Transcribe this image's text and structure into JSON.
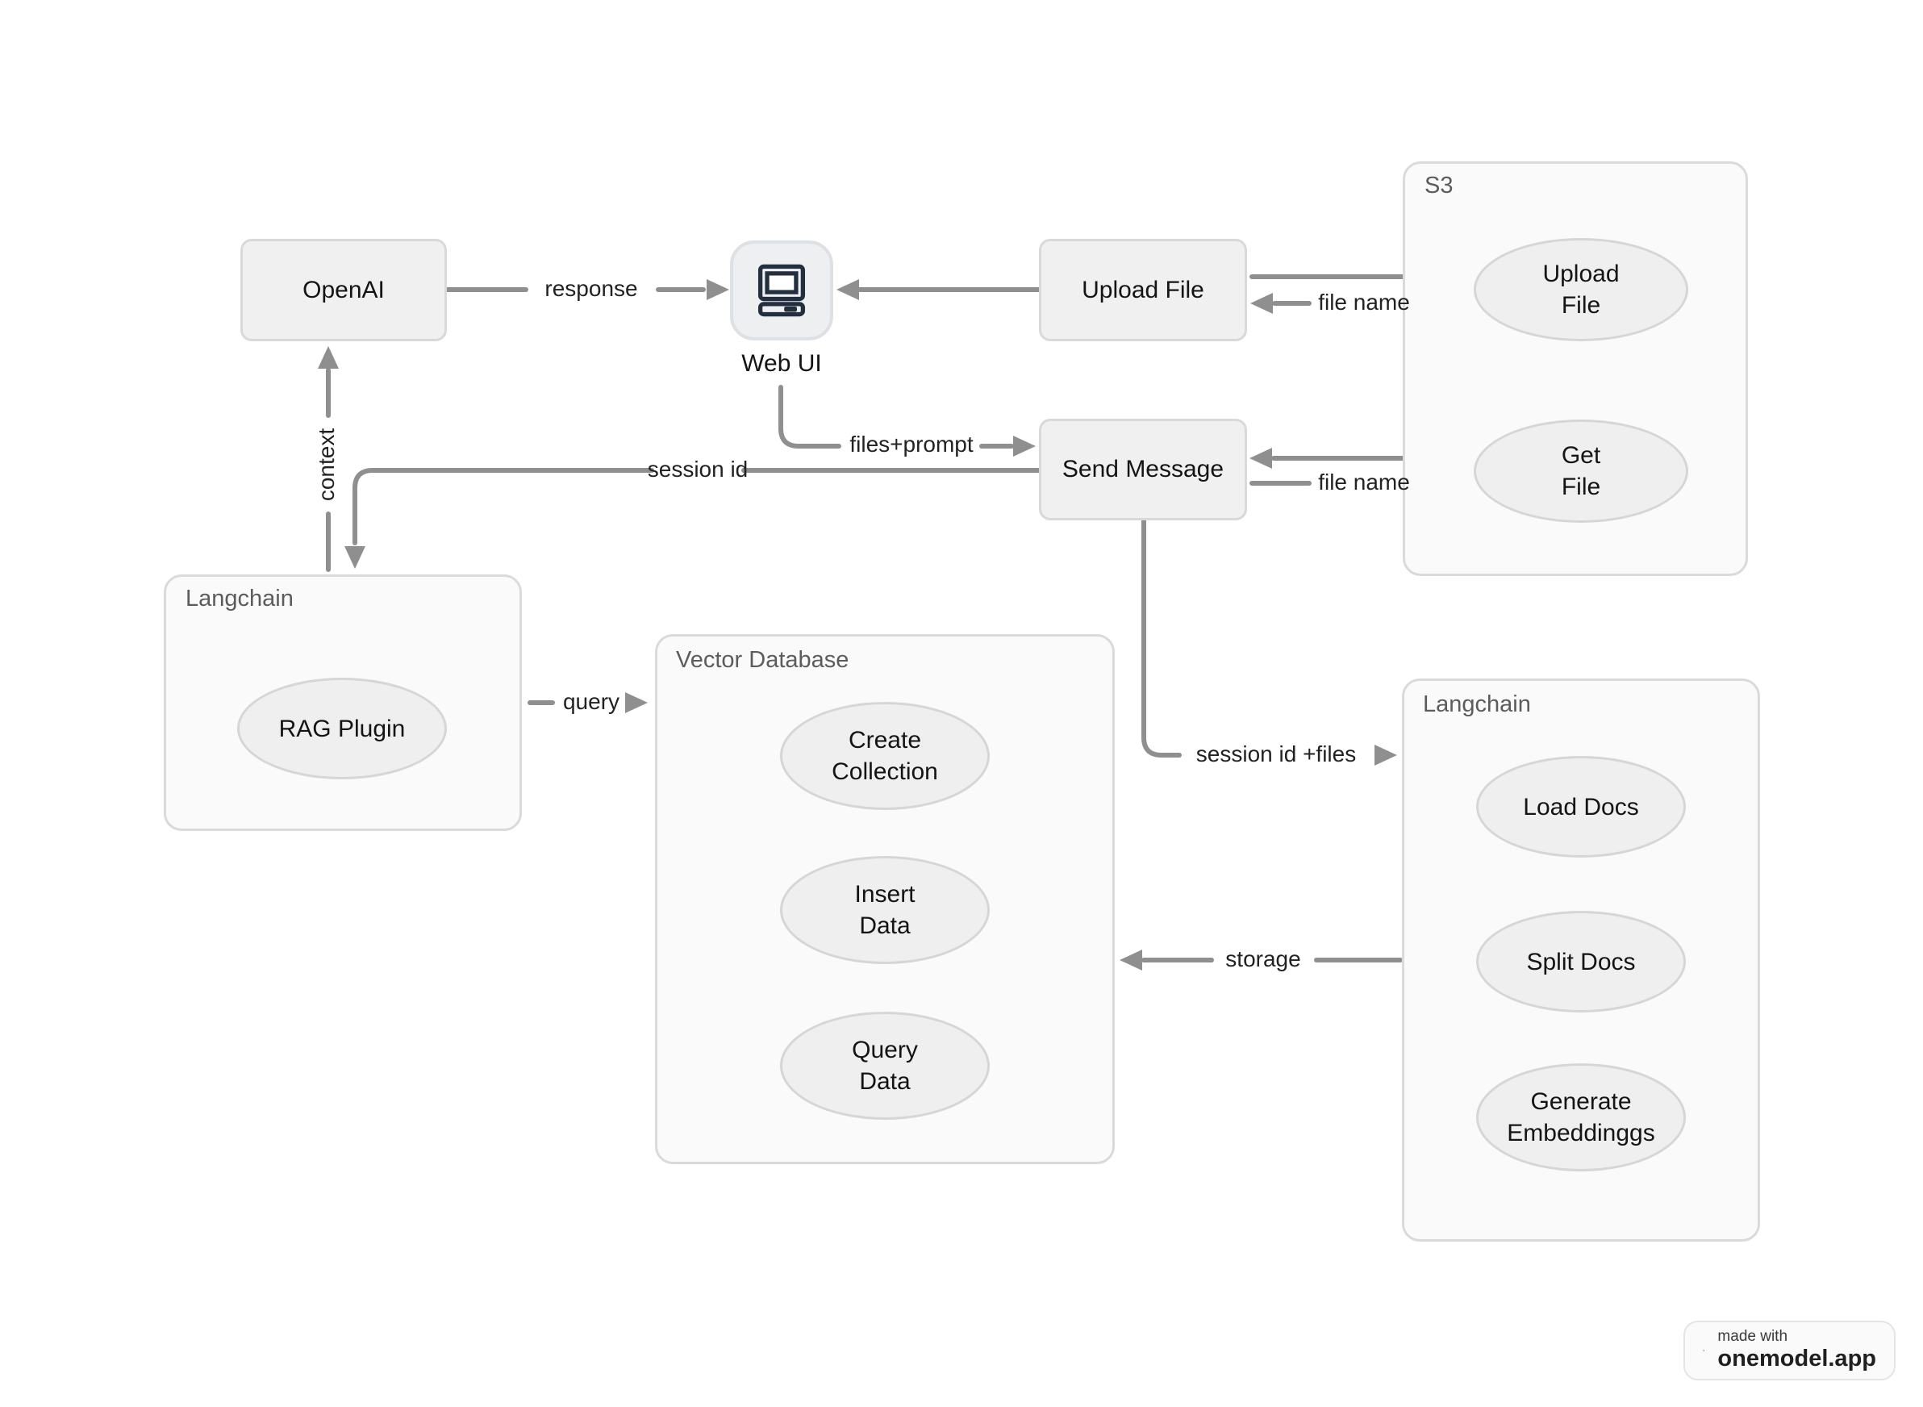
{
  "nodes": {
    "openai": {
      "label": "OpenAI"
    },
    "web_ui": {
      "label": "Web UI"
    },
    "upload_file": {
      "label": "Upload File"
    },
    "send_message": {
      "label": "Send Message"
    }
  },
  "containers": {
    "s3": {
      "title": "S3",
      "items": [
        {
          "label": "Upload File"
        },
        {
          "label": "Get File"
        }
      ]
    },
    "langchain_left": {
      "title": "Langchain",
      "items": [
        {
          "label": "RAG Plugin"
        }
      ]
    },
    "vector_database": {
      "title": "Vector Database",
      "items": [
        {
          "label": "Create Collection"
        },
        {
          "label": "Insert Data"
        },
        {
          "label": "Query Data"
        }
      ]
    },
    "langchain_right": {
      "title": "Langchain",
      "items": [
        {
          "label": "Load Docs"
        },
        {
          "label": "Split Docs"
        },
        {
          "label": "Generate Embeddinggs"
        }
      ]
    }
  },
  "edges": {
    "response": {
      "label": "response"
    },
    "file_name_upload": {
      "label": "file name"
    },
    "files_prompt": {
      "label": "files+prompt"
    },
    "session_id": {
      "label": "session id"
    },
    "context": {
      "label": "context"
    },
    "query": {
      "label": "query"
    },
    "session_id_files": {
      "label": "session id +files"
    },
    "storage": {
      "label": "storage"
    },
    "file_name_get": {
      "label": "file name"
    }
  },
  "badge": {
    "made_with": "made with",
    "brand": "onemodel.app"
  },
  "colors": {
    "arrow": "#8f8f8f",
    "node_fill": "#f0f0f0",
    "node_border": "#d9d9d9",
    "container_fill": "#fafafa",
    "icon_dark": "#232e3e",
    "logo_orange": "#f0952f",
    "logo_purple": "#6663b8",
    "logo_blue": "#4fc0e8"
  }
}
